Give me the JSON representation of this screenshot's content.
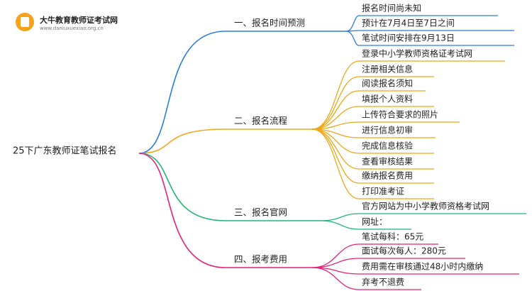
{
  "logo": {
    "name": "大牛教育教师证考试网",
    "url": "www.daniuxuexiao.org.cn"
  },
  "root": {
    "label": "25下广东教师证笔试报名"
  },
  "colors": {
    "b1": "#2a7de1",
    "b2": "#f0a818",
    "b3": "#22b573",
    "b4": "#e8207a"
  },
  "branches": [
    {
      "label": "一、报名时间预测",
      "color": "#2a7de1",
      "items": [
        "报名时间尚未知",
        "预计在7月4日至7日之间",
        "笔试时间安排在9月13日"
      ]
    },
    {
      "label": "二、报名流程",
      "color": "#f0a818",
      "items": [
        "登录中小学教师资格证考试网",
        "注册相关信息",
        "阅读报名须知",
        "填报个人资料",
        "上传符合要求的照片",
        "进行信息初审",
        "完成信息核验",
        "查看审核结果",
        "缴纳报名费用",
        "打印准考证"
      ]
    },
    {
      "label": "三、报名官网",
      "color": "#22b573",
      "items": [
        "官方网站为中小学教师资格考试网",
        "网址："
      ]
    },
    {
      "label": "四、报考费用",
      "color": "#e8207a",
      "items": [
        "笔试每科：65元",
        "面试每次每人：280元",
        "费用需在审核通过48小时内缴纳",
        "弃考不退费"
      ]
    }
  ]
}
